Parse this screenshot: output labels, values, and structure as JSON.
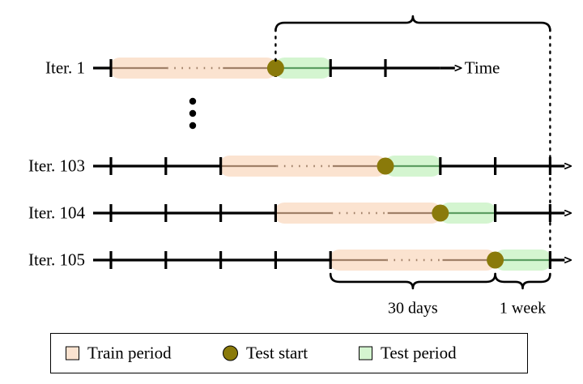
{
  "figure": {
    "title_text": "",
    "time_axis_label": "Time",
    "colors": {
      "train_band": "#FBE3D0",
      "train_line": "#A08068",
      "test_band": "#D4F5D0",
      "test_line": "#5D9E62",
      "test_start_dot": "#8A7A0A",
      "axis": "#000000",
      "background": "#FFFFFF",
      "legend_border": "#000000"
    }
  },
  "chart_data": {
    "type": "diagram",
    "title": "",
    "xlabel": "Time",
    "ylabel": "",
    "grid": false,
    "legend_position": "bottom",
    "axis_tick_positions": [
      1,
      2,
      3,
      4,
      5,
      6,
      7,
      8,
      9
    ],
    "rows": [
      {
        "label": "Iter. 1",
        "train_start_tick": 1,
        "train_end_tick": 4,
        "test_start_tick": 4,
        "test_end_tick": 5,
        "axis_end_tick": 7,
        "has_arrow": true,
        "ticks": [
          1,
          2,
          3,
          4,
          5,
          6,
          7
        ],
        "visible_ticks": [
          1,
          4,
          5,
          6
        ],
        "time_label": "Time"
      },
      {
        "label": "Iter. 103",
        "train_start_tick": 3,
        "train_end_tick": 6,
        "test_start_tick": 6,
        "test_end_tick": 7,
        "axis_end_tick": 9,
        "has_arrow": true,
        "visible_ticks": [
          1,
          2,
          3,
          7,
          8,
          9
        ]
      },
      {
        "label": "Iter. 104",
        "train_start_tick": 4,
        "train_end_tick": 7,
        "test_start_tick": 7,
        "test_end_tick": 8,
        "axis_end_tick": 9,
        "has_arrow": true,
        "visible_ticks": [
          1,
          2,
          3,
          4,
          8,
          9
        ]
      },
      {
        "label": "Iter. 105",
        "train_start_tick": 5,
        "train_end_tick": 8,
        "test_start_tick": 8,
        "test_end_tick": 9,
        "axis_end_tick": 9,
        "has_arrow": true,
        "visible_ticks": [
          1,
          2,
          3,
          4,
          5,
          9
        ]
      }
    ],
    "ellipsis_between_rows": {
      "after_row_index": 0,
      "dot_count": 3
    },
    "annotations": [
      {
        "name": "top-brace",
        "kind": "brace-up",
        "from_tick": 4,
        "to_tick": 9,
        "label": ""
      },
      {
        "name": "train-window-brace",
        "kind": "brace-down",
        "from_tick": 5,
        "to_tick": 8,
        "label": "30 days"
      },
      {
        "name": "test-window-brace",
        "kind": "brace-down",
        "from_tick": 8,
        "to_tick": 9,
        "label": "1 week"
      }
    ],
    "dotted_connectors": [
      {
        "name": "iter1-test-start-connector",
        "tick": 4
      },
      {
        "name": "final-test-end-connector",
        "tick": 9
      }
    ]
  },
  "legend": {
    "items": [
      {
        "label": "Train period",
        "marker": "square",
        "color": "#FBE3D0"
      },
      {
        "label": "Test start",
        "marker": "circle",
        "color": "#8A7A0A"
      },
      {
        "label": "Test period",
        "marker": "square",
        "color": "#D4F5D0"
      }
    ]
  }
}
